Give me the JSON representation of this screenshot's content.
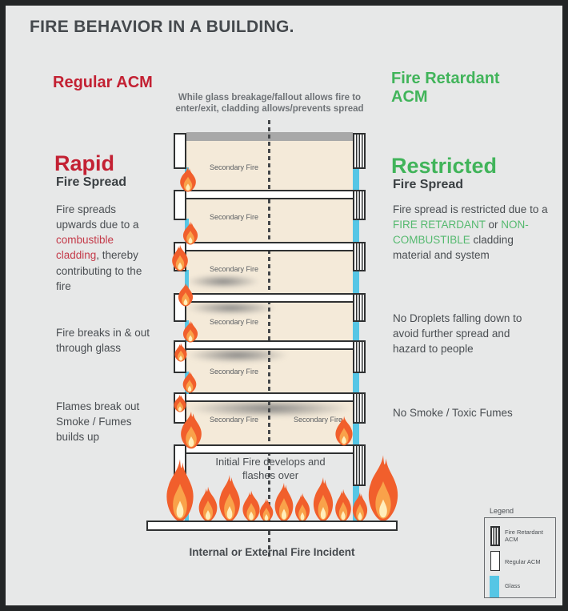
{
  "title": "FIRE BEHAVIOR IN A BUILDING.",
  "caption": "While glass breakage/fallout allows fire to enter/exit, cladding allows/prevents spread",
  "left": {
    "heading": "Regular ACM",
    "spread_title": "Rapid",
    "spread_subtitle": "Fire Spread",
    "para1_pre": "Fire spreads upwards due to a ",
    "para1_highlight": "combustible cladding",
    "para1_post": ", thereby contributing to the fire",
    "para2": "Fire breaks in & out through glass",
    "para3": "Flames break out Smoke / Fumes builds up"
  },
  "right": {
    "heading": "Fire Retardant ACM",
    "spread_title": "Restricted",
    "spread_subtitle": "Fire Spread",
    "para1_pre": "Fire spread is restricted due to a ",
    "para1_highlight1": "FIRE RETARDANT",
    "para1_mid": " or ",
    "para1_highlight2": "NON-COMBUSTIBLE",
    "para1_post": " cladding material and system",
    "para2": "No Droplets falling down to avoid further spread and hazard to people",
    "para3": "No Smoke / Toxic Fumes"
  },
  "building": {
    "secondary_fire_label": "Secondary Fire",
    "ground_text": "Initial Fire develops and flashes over",
    "base_caption": "Internal or External Fire Incident"
  },
  "legend": {
    "title": "Legend",
    "items": [
      {
        "label": "Fire Retardant ACM",
        "swatch": "striped-acm-swatch"
      },
      {
        "label": "Regular ACM",
        "swatch": "white-acm-swatch"
      },
      {
        "label": "Glass",
        "swatch": "glass-swatch"
      }
    ]
  },
  "colors": {
    "regular_acm_red": "#c32133",
    "fire_retardant_green": "#41b45a",
    "glass_blue": "#56c6e5",
    "flame_orange": "#f15f2c",
    "floor_cream": "#f4ead9",
    "background": "#e7e8e8"
  }
}
